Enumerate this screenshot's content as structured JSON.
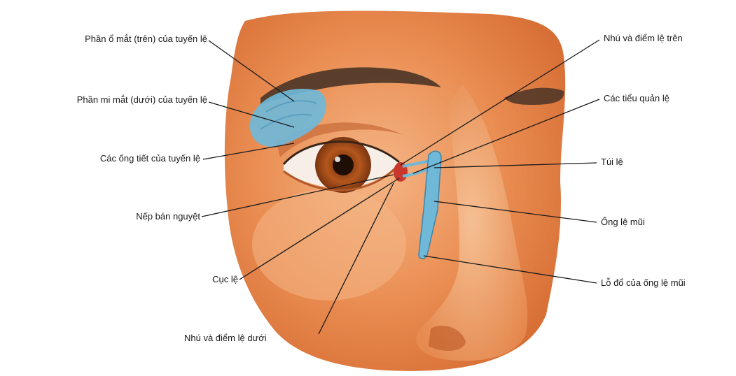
{
  "labels": {
    "orbital_part": "Phần ổ mắt (trên) của tuyến lệ",
    "palpebral_part": "Phần mi mắt (dưới) của tuyến lệ",
    "excretory_ducts": "Các ống tiết của tuyến lệ",
    "plica_semilunaris": "Nếp bán nguyệt",
    "lacrimal_caruncle": "Cục lệ",
    "inferior_papilla_punctum": "Nhú và điểm lệ dưới",
    "superior_papilla_punctum": "Nhú và điểm lệ trên",
    "canaliculi": "Các tiểu quản lệ",
    "lacrimal_sac": "Túi lệ",
    "nasolacrimal_duct": "Ống lệ mũi",
    "duct_opening": "Lỗ đổ của ống lệ mũi"
  },
  "colors": {
    "skin": "#e8894f",
    "skin_light": "#f2b27e",
    "gland": "#6fb8d8",
    "iris": "#b3561d",
    "brow": "#4a3426"
  }
}
